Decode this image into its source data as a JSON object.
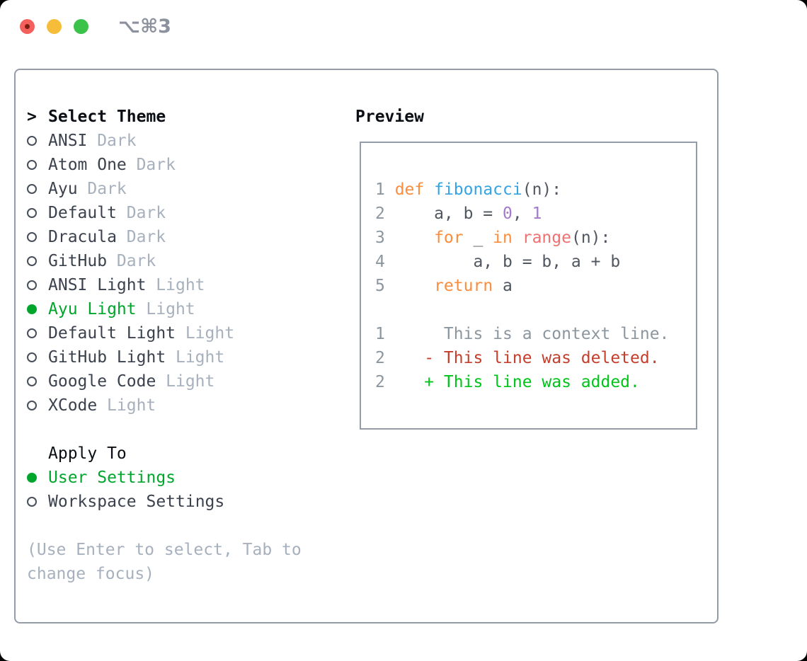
{
  "titlebar": {
    "title": "⌥⌘3"
  },
  "theme_list": {
    "caret": ">",
    "header": "Select Theme",
    "items": [
      {
        "name": "ANSI",
        "variant": "Dark",
        "selected": false
      },
      {
        "name": "Atom One",
        "variant": "Dark",
        "selected": false
      },
      {
        "name": "Ayu",
        "variant": "Dark",
        "selected": false
      },
      {
        "name": "Default",
        "variant": "Dark",
        "selected": false
      },
      {
        "name": "Dracula",
        "variant": "Dark",
        "selected": false
      },
      {
        "name": "GitHub",
        "variant": "Dark",
        "selected": false
      },
      {
        "name": "ANSI Light",
        "variant": "Light",
        "selected": false
      },
      {
        "name": "Ayu Light",
        "variant": "Light",
        "selected": true
      },
      {
        "name": "Default Light",
        "variant": "Light",
        "selected": false
      },
      {
        "name": "GitHub Light",
        "variant": "Light",
        "selected": false
      },
      {
        "name": "Google Code",
        "variant": "Light",
        "selected": false
      },
      {
        "name": "XCode",
        "variant": "Light",
        "selected": false
      }
    ]
  },
  "apply_to": {
    "header": "Apply To",
    "options": [
      {
        "label": "User Settings",
        "selected": true
      },
      {
        "label": "Workspace Settings",
        "selected": false
      }
    ]
  },
  "help": {
    "line1": "(Use Enter to select, Tab to",
    "line2": "change focus)"
  },
  "preview": {
    "header": "Preview",
    "code_lines": [
      {
        "num": "1",
        "tokens": [
          {
            "text": "def",
            "color": "keyword"
          },
          {
            "text": " ",
            "color": "plain"
          },
          {
            "text": "fibonacci",
            "color": "function"
          },
          {
            "text": "(n):",
            "color": "plain"
          }
        ]
      },
      {
        "num": "2",
        "tokens": [
          {
            "text": "    a, b = ",
            "color": "plain"
          },
          {
            "text": "0",
            "color": "number"
          },
          {
            "text": ", ",
            "color": "plain"
          },
          {
            "text": "1",
            "color": "number"
          }
        ]
      },
      {
        "num": "3",
        "tokens": [
          {
            "text": "    ",
            "color": "plain"
          },
          {
            "text": "for",
            "color": "keyword"
          },
          {
            "text": " _ ",
            "color": "plain"
          },
          {
            "text": "in",
            "color": "keyword"
          },
          {
            "text": " ",
            "color": "plain"
          },
          {
            "text": "range",
            "color": "special"
          },
          {
            "text": "(n):",
            "color": "plain"
          }
        ]
      },
      {
        "num": "4",
        "tokens": [
          {
            "text": "        a, b = b, a + b",
            "color": "plain"
          }
        ]
      },
      {
        "num": "5",
        "tokens": [
          {
            "text": "    ",
            "color": "plain"
          },
          {
            "text": "return",
            "color": "keyword"
          },
          {
            "text": " a",
            "color": "plain"
          }
        ]
      }
    ],
    "diff_lines": [
      {
        "num": "1",
        "tokens": [
          {
            "text": "     This is a context line.",
            "color": "context"
          }
        ]
      },
      {
        "num": "2",
        "tokens": [
          {
            "text": "   ",
            "color": "plain"
          },
          {
            "text": "- This line was deleted.",
            "color": "deleted"
          }
        ]
      },
      {
        "num": "2",
        "tokens": [
          {
            "text": "   ",
            "color": "plain"
          },
          {
            "text": "+ This line was added.",
            "color": "added"
          }
        ]
      }
    ]
  },
  "colors": {
    "accent_green": "#00a62c",
    "keyword": "#fa8d3e",
    "function": "#34a4e3",
    "number": "#a37acc",
    "special": "#f07171",
    "plain": "#515760",
    "line_number": "#8c969f",
    "context": "#8c969f",
    "deleted": "#c53e2c",
    "added": "#00c41a",
    "muted": "#a7b0bd",
    "item_text": "#3b414d",
    "heading": "#0b0e14",
    "border": "#949ca8",
    "titlebar_text": "#8b929d",
    "traffic_red": "#f4615c",
    "traffic_red_dot": "#7a1d12",
    "traffic_yellow": "#f6bd3b",
    "traffic_green": "#3ac24b"
  }
}
